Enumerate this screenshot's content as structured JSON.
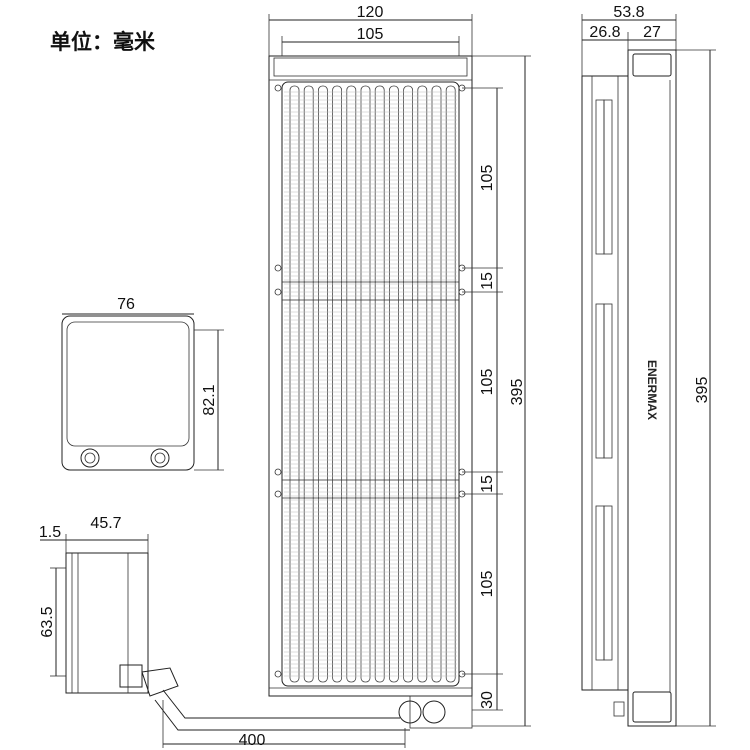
{
  "unit_label": "单位：毫米",
  "brand": "ENERMAX",
  "radiator": {
    "width": "120",
    "hole_spacing": "105",
    "height": "395",
    "fan_pitch": [
      "105",
      "15",
      "105",
      "15",
      "105",
      "30"
    ],
    "tube_length": "400"
  },
  "side_view": {
    "total_thickness": "53.8",
    "fan_thickness": "26.8",
    "radiator_thickness": "27",
    "height": "395"
  },
  "pump_top": {
    "width": "76",
    "height": "82.1"
  },
  "pump_side": {
    "base": "1.5",
    "width": "45.7",
    "height": "63.5"
  }
}
